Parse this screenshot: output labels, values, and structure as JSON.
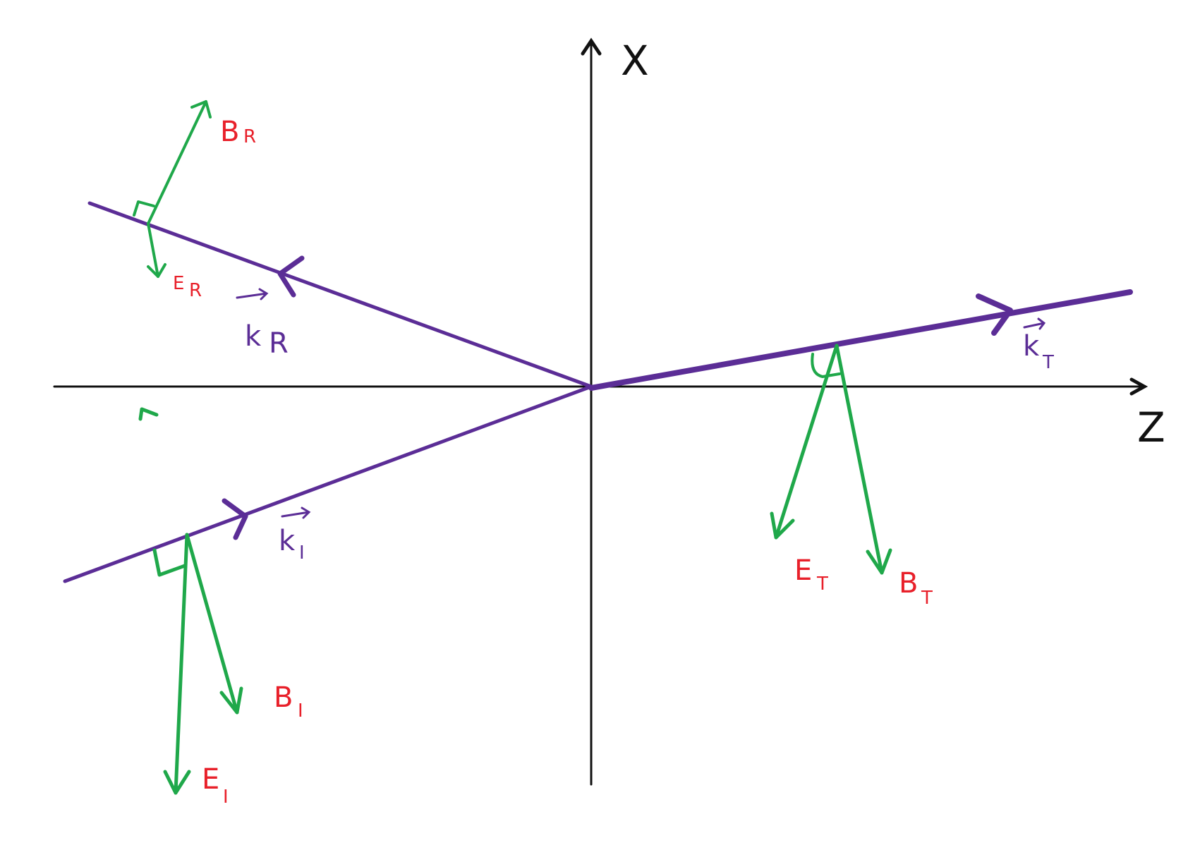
{
  "colors": {
    "axes": "#111111",
    "wave": "#5b2d96",
    "field": "#1fa84a",
    "field_label": "#e8202a"
  },
  "axes": {
    "vertical_label": "X",
    "horizontal_label": "Z"
  },
  "wave_vectors": {
    "incident": {
      "symbol": "k",
      "subscript": "I"
    },
    "reflected": {
      "symbol": "k",
      "subscript": "R"
    },
    "transmitted": {
      "symbol": "k",
      "subscript": "T"
    }
  },
  "fields": {
    "E_incident": {
      "symbol": "E",
      "subscript": "I"
    },
    "B_incident": {
      "symbol": "B",
      "subscript": "I"
    },
    "E_reflected": {
      "symbol": "E",
      "subscript": "R"
    },
    "B_reflected": {
      "symbol": "B",
      "subscript": "R"
    },
    "E_transmitted": {
      "symbol": "E",
      "subscript": "T"
    },
    "B_transmitted": {
      "symbol": "B",
      "subscript": "T"
    }
  }
}
